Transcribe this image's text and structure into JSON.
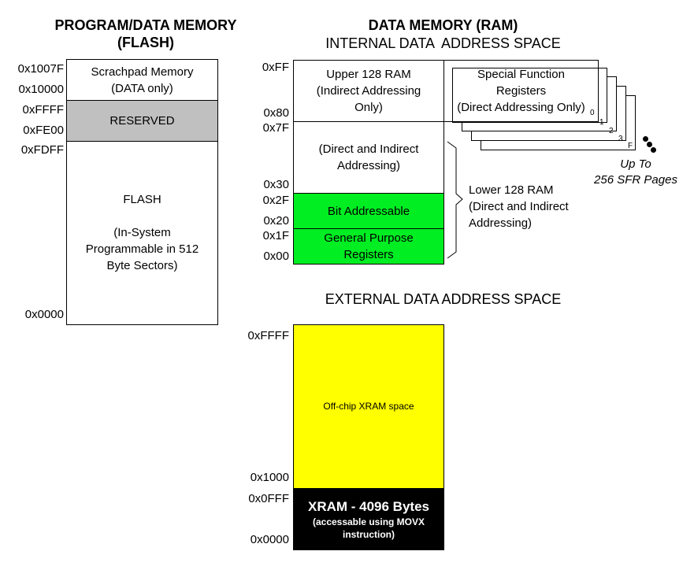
{
  "program_memory": {
    "title_line1": "PROGRAM/DATA MEMORY",
    "title_line2": "(FLASH)",
    "cells": {
      "scratchpad": "Scrachpad Memory\n(DATA only)",
      "reserved": "RESERVED",
      "flash_title": "FLASH",
      "flash_detail": "(In-System\nProgrammable in 512\nByte Sectors)"
    },
    "addresses": {
      "a1": "0x1007F",
      "a2": "0x10000",
      "a3": "0xFFFF",
      "a4": "0xFE00",
      "a5": "0xFDFF",
      "a6": "0x0000"
    },
    "colors": {
      "reserved": "#c0c0c0"
    }
  },
  "data_memory": {
    "title": "DATA MEMORY (RAM)",
    "internal_title": "INTERNAL DATA  ADDRESS SPACE",
    "cells": {
      "upper_ram": "Upper 128 RAM\n(Indirect Addressing\nOnly)",
      "sfr": "Special Function\nRegisters\n(Direct Addressing Only)",
      "direct_indirect": "(Direct and Indirect\nAddressing)",
      "bit_addressable": "Bit Addressable",
      "general_purpose": "General Purpose\nRegisters"
    },
    "sfr_page_labels": [
      "0",
      "1",
      "2",
      "3",
      "F"
    ],
    "sfr_pages_note_line1": "Up To",
    "sfr_pages_note_line2": "256 SFR Pages",
    "lower_ram_note": "Lower 128 RAM\n(Direct and Indirect\nAddressing)",
    "addresses": {
      "ff": "0xFF",
      "x80": "0x80",
      "x7f": "0x7F",
      "x30": "0x30",
      "x2f": "0x2F",
      "x20": "0x20",
      "x1f": "0x1F",
      "x00": "0x00"
    },
    "colors": {
      "green": "#00ee22"
    }
  },
  "external": {
    "title": "EXTERNAL DATA ADDRESS SPACE",
    "offchip_label": "Off-chip XRAM space",
    "xram_title": "XRAM - 4096 Bytes",
    "xram_detail": "(accessable using MOVX\ninstruction)",
    "addresses": {
      "ffff": "0xFFFF",
      "x1000": "0x1000",
      "x0fff": "0x0FFF",
      "x0000": "0x0000"
    },
    "colors": {
      "yellow": "#ffff00",
      "xram_bg": "#000000",
      "xram_text": "#ffffff"
    }
  }
}
